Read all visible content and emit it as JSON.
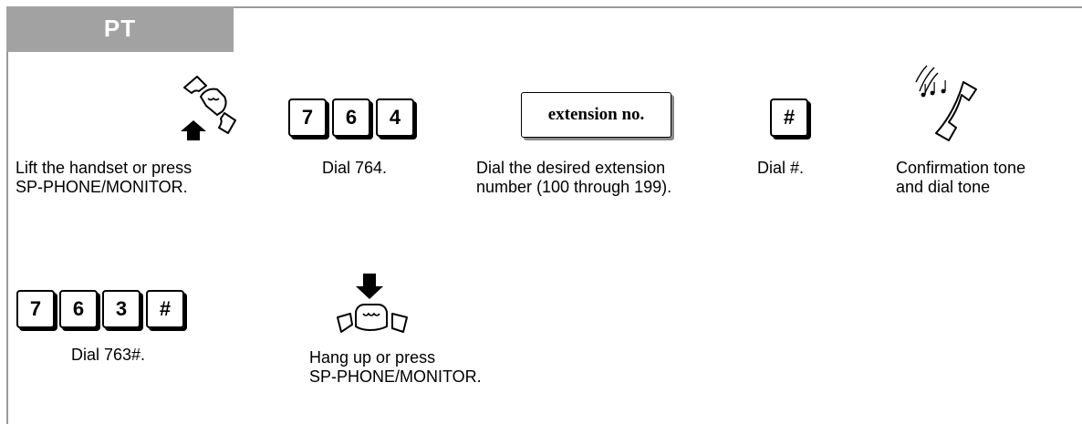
{
  "header": {
    "tab_label": "PT"
  },
  "steps": {
    "lift": {
      "icon": "lift-handset-icon",
      "text": "Lift the handset or press\nSP-PHONE/MONITOR."
    },
    "dial764": {
      "keys": [
        "7",
        "6",
        "4"
      ],
      "text": "Dial 764."
    },
    "extension": {
      "box_label": "extension no.",
      "text": "Dial the desired extension\nnumber (100 through 199)."
    },
    "dialhash": {
      "keys": [
        "#"
      ],
      "text": "Dial #."
    },
    "confirm": {
      "icon": "ringing-handset-icon",
      "text": "Confirmation tone\nand dial tone"
    },
    "dial763": {
      "keys": [
        "7",
        "6",
        "3",
        "#"
      ],
      "text": "Dial 763#."
    },
    "hangup": {
      "icon": "hang-up-handset-icon",
      "text": "Hang up or press\nSP-PHONE/MONITOR."
    }
  }
}
